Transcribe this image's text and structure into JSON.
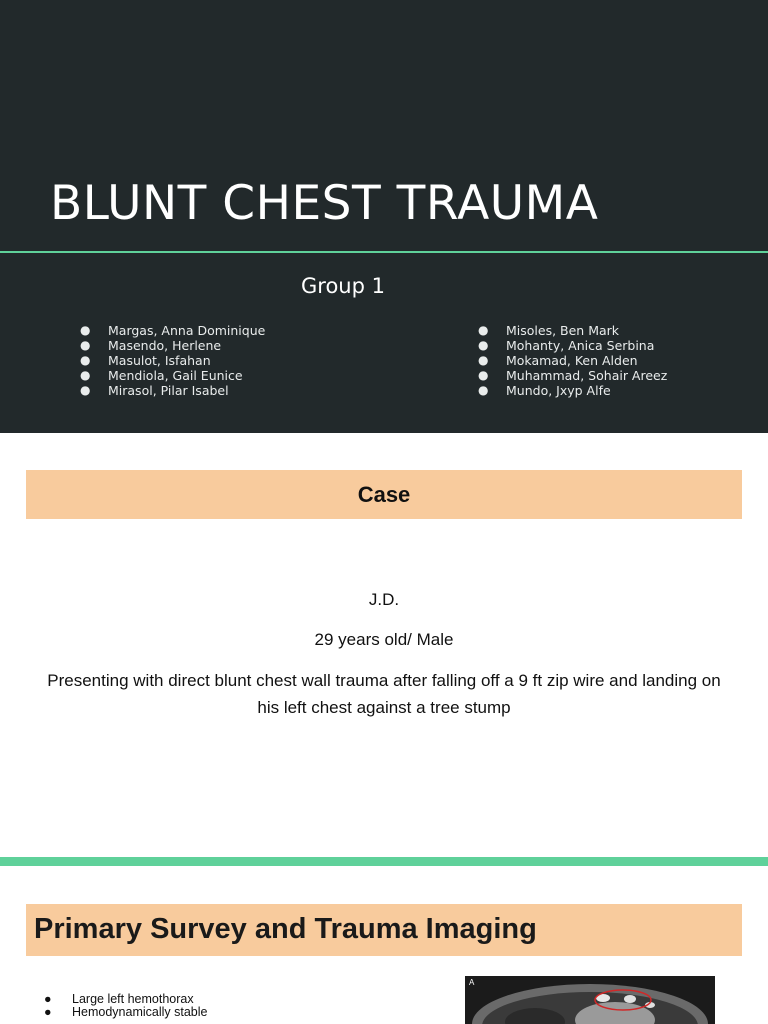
{
  "slide1": {
    "title": "BLUNT CHEST TRAUMA",
    "subtitle": "Group 1",
    "members_left": [
      "Margas, Anna Dominique",
      "Masendo, Herlene",
      "Masulot, Isfahan",
      "Mendiola, Gail Eunice",
      "Mirasol, Pilar Isabel"
    ],
    "members_right": [
      "Misoles, Ben Mark",
      "Mohanty, Anica Serbina",
      "Mokamad, Ken Alden",
      "Muhammad, Sohair Areez",
      "Mundo, Jxyp Alfe"
    ],
    "bullet": "●"
  },
  "slide2": {
    "heading": "Case",
    "patient_id": "J.D.",
    "age_sex": "29 years old/ Male",
    "description": "Presenting with direct blunt chest wall trauma after falling off a 9 ft zip wire and landing on his left chest against a tree stump"
  },
  "slide3": {
    "heading": "Primary Survey and Trauma Imaging",
    "bullets": [
      "Large left hemothorax",
      "Hemodynamically stable"
    ],
    "image_label": "A"
  },
  "colors": {
    "dark_bg": "#22292b",
    "accent_green": "#5fd19a",
    "banner_peach": "#f8cb9d"
  }
}
